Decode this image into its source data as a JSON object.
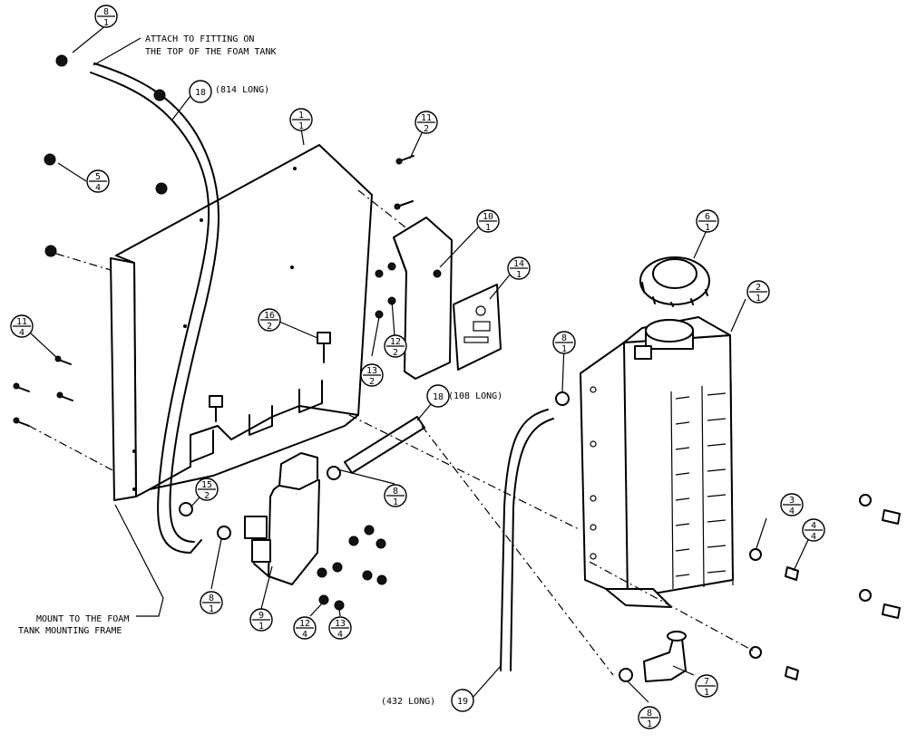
{
  "notes": {
    "attach_line1": "ATTACH TO FITTING ON",
    "attach_line2": "THE TOP OF THE FOAM TANK",
    "mount_line1": "MOUNT TO THE FOAM",
    "mount_line2": "TANK MOUNTING FRAME",
    "len_814": "(814 LONG)",
    "len_108": "(108 LONG)",
    "len_432": "(432 LONG)"
  },
  "callouts": [
    {
      "id": "c-8-1-top",
      "item": "8",
      "qty": "1"
    },
    {
      "id": "c-18-top",
      "item": "18",
      "qty": ""
    },
    {
      "id": "c-5-4",
      "item": "5",
      "qty": "4"
    },
    {
      "id": "c-1-1",
      "item": "1",
      "qty": "1"
    },
    {
      "id": "c-11-2",
      "item": "11",
      "qty": "2"
    },
    {
      "id": "c-10-1",
      "item": "10",
      "qty": "1"
    },
    {
      "id": "c-6-1",
      "item": "6",
      "qty": "1"
    },
    {
      "id": "c-14-1",
      "item": "14",
      "qty": "1"
    },
    {
      "id": "c-2-1",
      "item": "2",
      "qty": "1"
    },
    {
      "id": "c-11-4",
      "item": "11",
      "qty": "4"
    },
    {
      "id": "c-16-2",
      "item": "16",
      "qty": "2"
    },
    {
      "id": "c-12-2",
      "item": "12",
      "qty": "2"
    },
    {
      "id": "c-13-2",
      "item": "13",
      "qty": "2"
    },
    {
      "id": "c-8-1-tank",
      "item": "8",
      "qty": "1"
    },
    {
      "id": "c-18-mid",
      "item": "18",
      "qty": ""
    },
    {
      "id": "c-15-2",
      "item": "15",
      "qty": "2"
    },
    {
      "id": "c-8-1-mid",
      "item": "8",
      "qty": "1"
    },
    {
      "id": "c-3-4",
      "item": "3",
      "qty": "4"
    },
    {
      "id": "c-4-4",
      "item": "4",
      "qty": "4"
    },
    {
      "id": "c-8-1-left",
      "item": "8",
      "qty": "1"
    },
    {
      "id": "c-9-1",
      "item": "9",
      "qty": "1"
    },
    {
      "id": "c-12-4",
      "item": "12",
      "qty": "4"
    },
    {
      "id": "c-13-4",
      "item": "13",
      "qty": "4"
    },
    {
      "id": "c-7-1",
      "item": "7",
      "qty": "1"
    },
    {
      "id": "c-8-1-bot",
      "item": "8",
      "qty": "1"
    },
    {
      "id": "c-19",
      "item": "19",
      "qty": ""
    }
  ]
}
